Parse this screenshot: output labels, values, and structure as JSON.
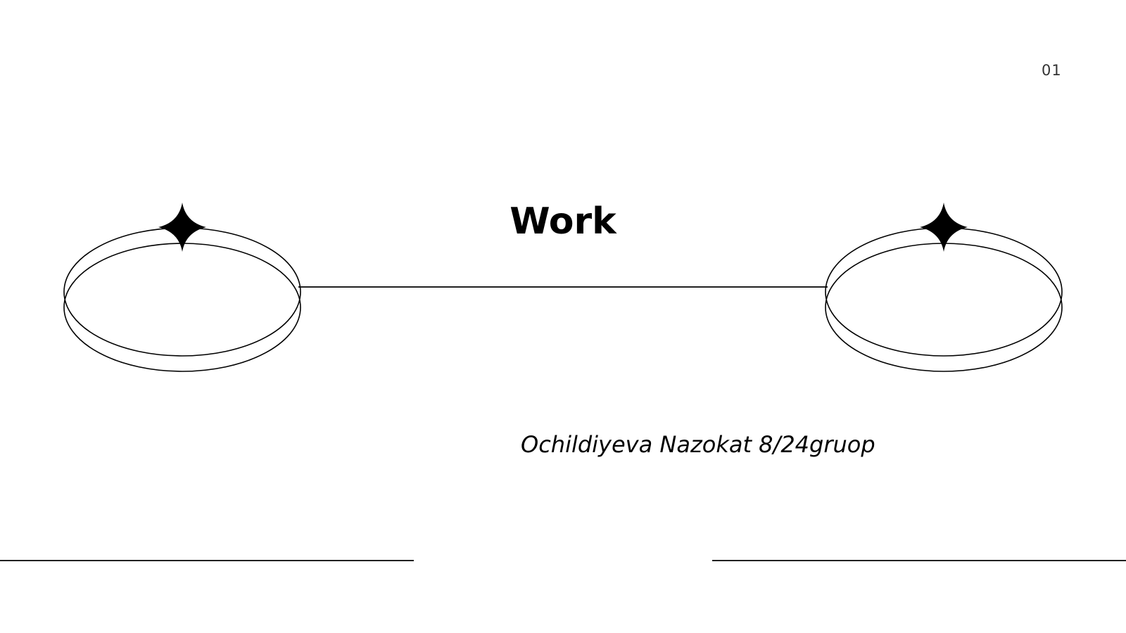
{
  "slide": {
    "page_number": "01",
    "title": "Work",
    "subtitle": "Ochildiyeva Nazokat 8/24gruop"
  },
  "decorations": {
    "stroke_color": "#000000",
    "background_color": "#ffffff",
    "icons": [
      "sparkle-icon",
      "sparkle-icon"
    ]
  }
}
